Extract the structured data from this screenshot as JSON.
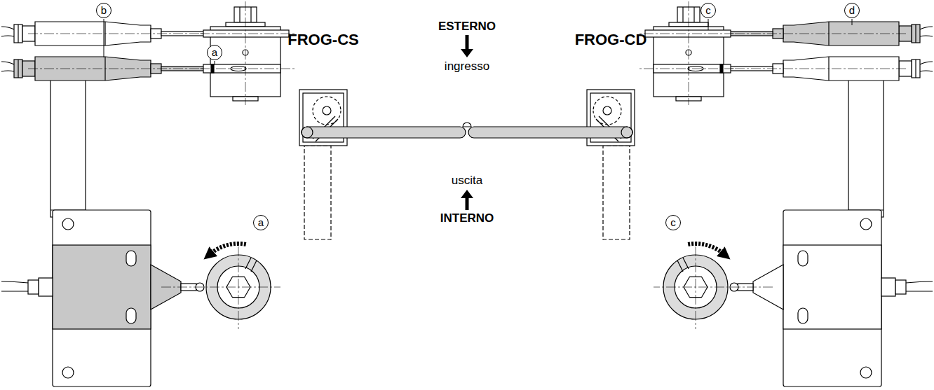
{
  "diagram": {
    "nodes": [
      {
        "text": [
          "FROG-CS"
        ]
      },
      {
        "text": [
          "FROG-CD"
        ]
      }
    ],
    "labels": [
      "b",
      "a",
      "ESTERNO",
      "c",
      "d",
      "ingresso",
      "uscita",
      "INTERNO",
      "a",
      "c"
    ]
  }
}
